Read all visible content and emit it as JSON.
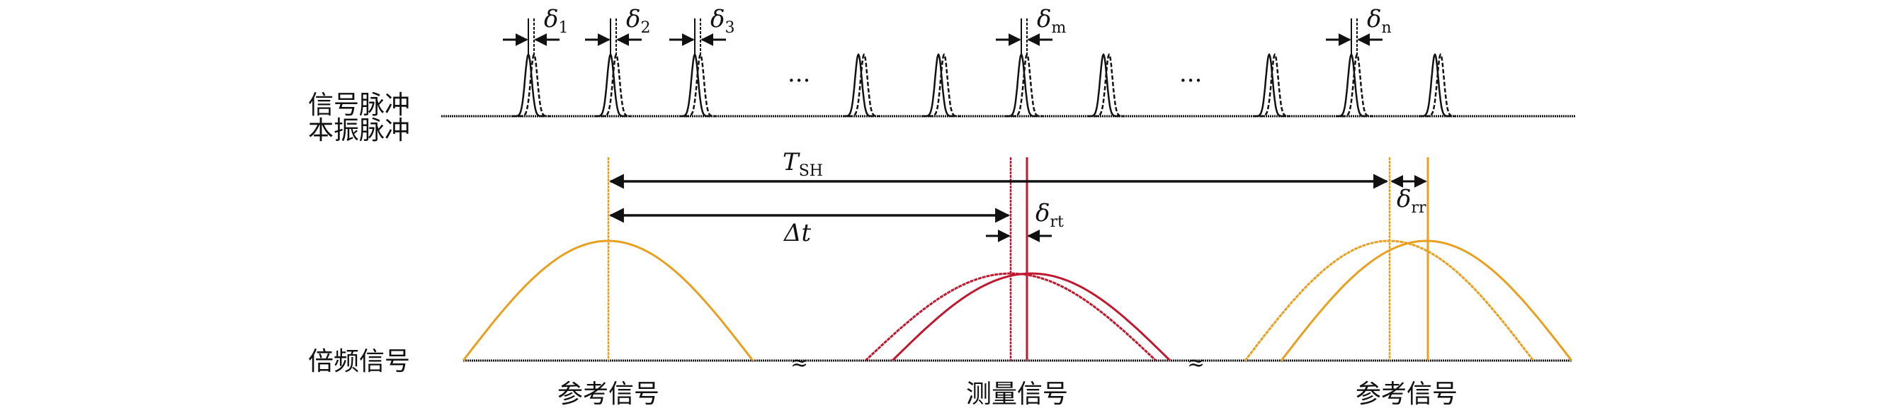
{
  "row_labels": {
    "signal_pulse": "信号脉冲",
    "lo_pulse": "本振脉冲",
    "doubled_signal": "倍频信号"
  },
  "pulse_deltas": [
    {
      "symbol": "δ",
      "sub": "1"
    },
    {
      "symbol": "δ",
      "sub": "2"
    },
    {
      "symbol": "δ",
      "sub": "3"
    },
    {
      "symbol": "δ",
      "sub": "m"
    },
    {
      "symbol": "δ",
      "sub": "n"
    }
  ],
  "ellipsis": "···",
  "annotations": {
    "tsh": {
      "symbol": "T",
      "sub": "SH"
    },
    "dt": {
      "symbol": "Δt"
    },
    "drt": {
      "symbol": "δ",
      "sub": "rt"
    },
    "drr": {
      "symbol": "δ",
      "sub": "rr"
    }
  },
  "bottom_labels": {
    "ref1": "参考信号",
    "meas": "测量信号",
    "ref2": "参考信号"
  },
  "break_mark": "≈",
  "colors": {
    "reference": "#E8A020",
    "measurement": "#C0182E",
    "ink": "#111111"
  }
}
